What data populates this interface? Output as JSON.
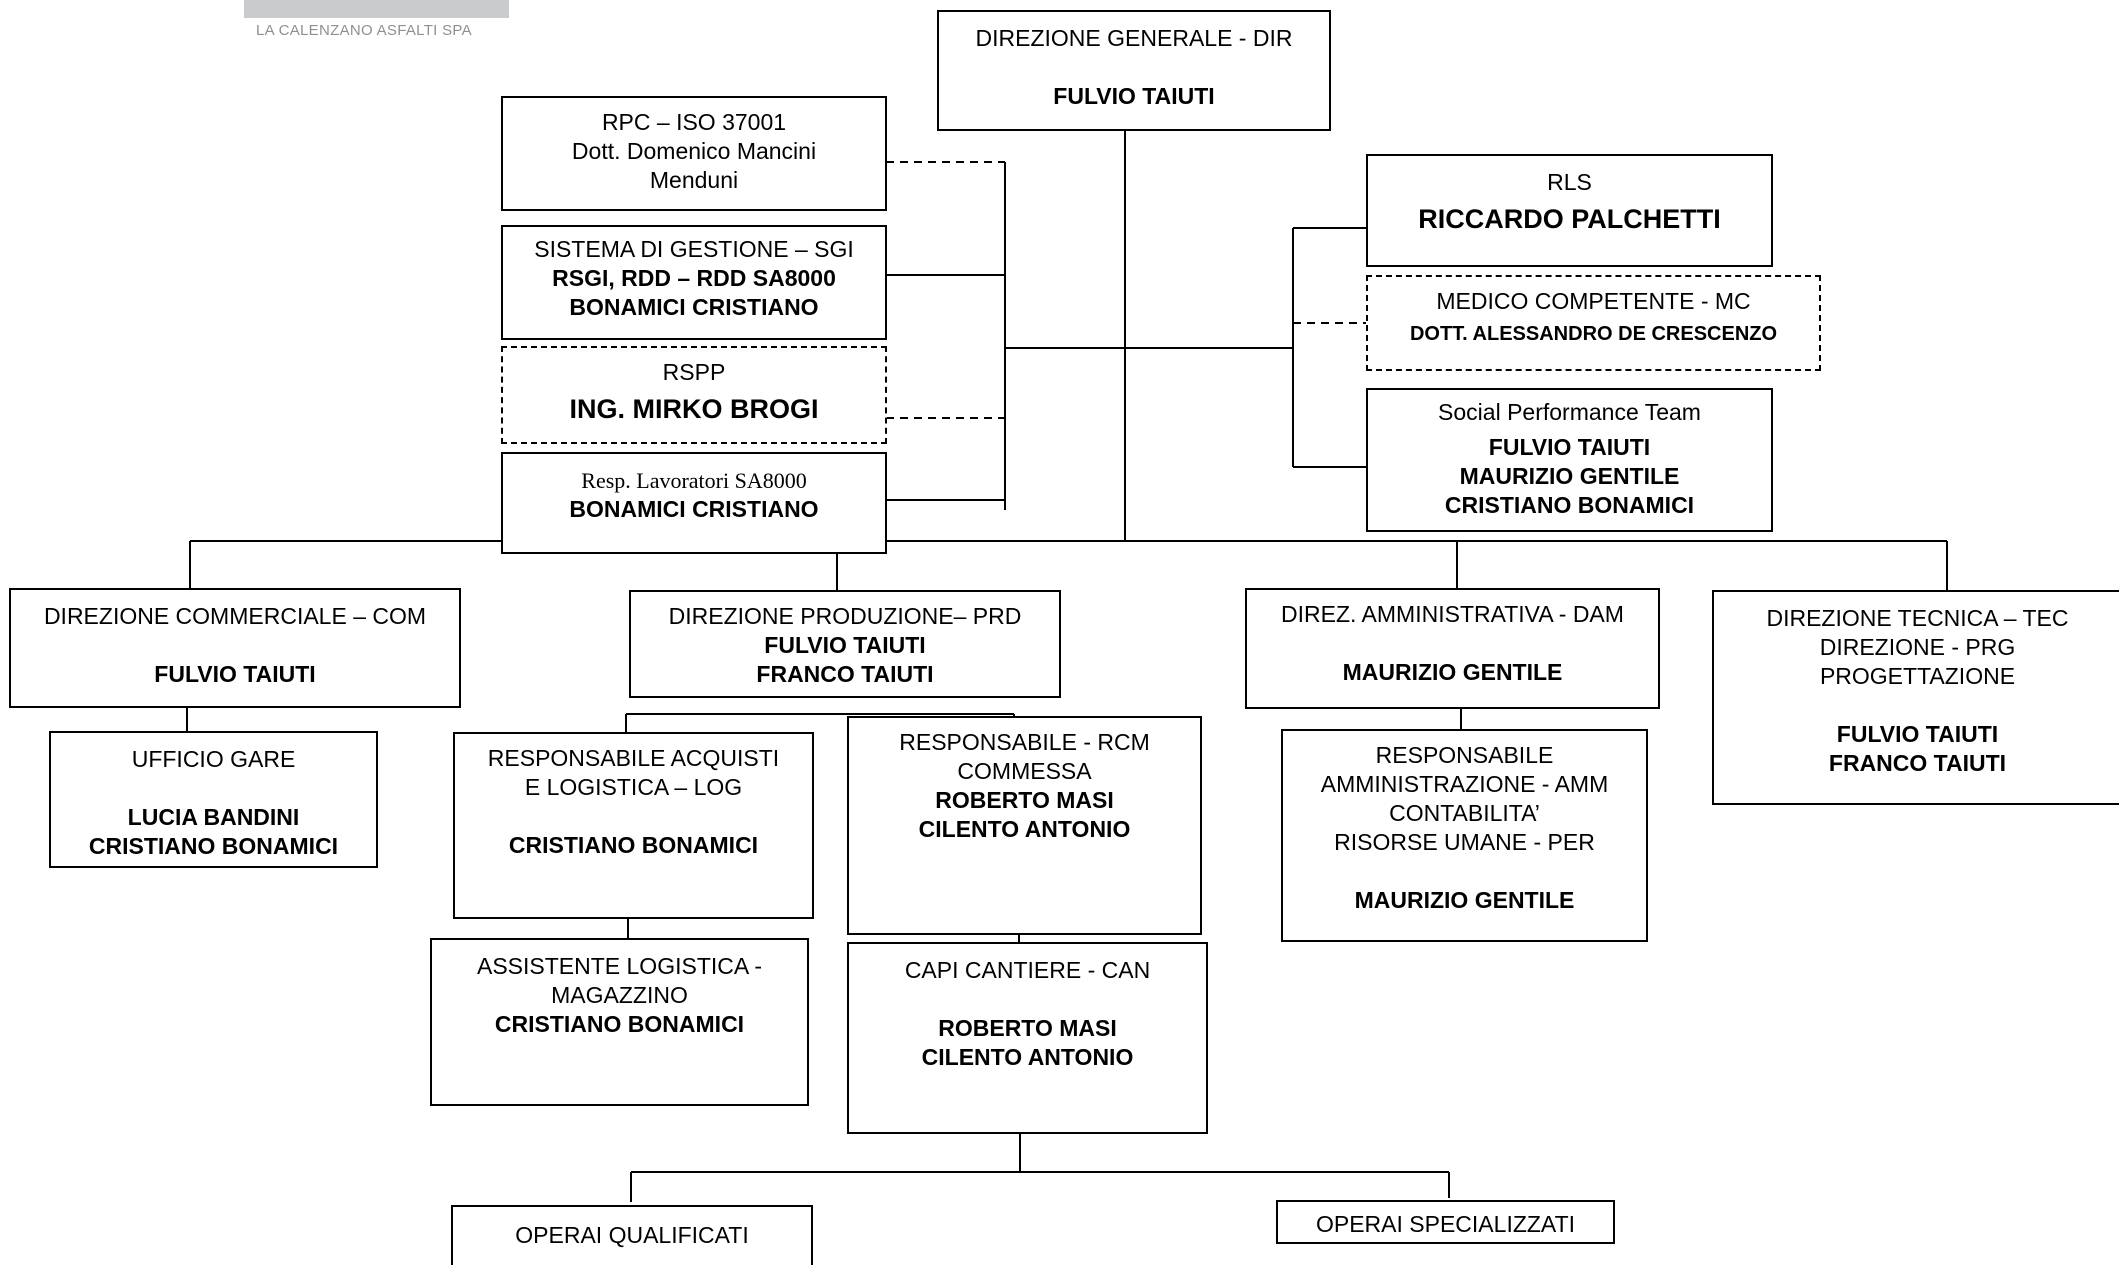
{
  "logo": {
    "tagline": "LA CALENZANO ASFALTI SPA"
  },
  "nodes": {
    "dir": {
      "title": "DIREZIONE GENERALE - DIR",
      "name": "FULVIO TAIUTI"
    },
    "rpc": {
      "line1": "RPC – ISO 37001",
      "line2": "Dott. Domenico Mancini",
      "line3": "Menduni"
    },
    "sgi": {
      "title": "SISTEMA DI GESTIONE – SGI",
      "line2": "RSGI, RDD – RDD SA8000",
      "name": "BONAMICI CRISTIANO"
    },
    "rspp": {
      "title": "RSPP",
      "name": "ING. MIRKO BROGI"
    },
    "resp_lav": {
      "title": "Resp. Lavoratori SA8000",
      "name": "BONAMICI CRISTIANO"
    },
    "rls": {
      "title": "RLS",
      "name": "RICCARDO PALCHETTI"
    },
    "medico": {
      "title": "MEDICO COMPETENTE - MC",
      "name": "DOTT. ALESSANDRO DE CRESCENZO"
    },
    "spt": {
      "title": "Social Performance Team",
      "name1": "FULVIO TAIUTI",
      "name2": "MAURIZIO GENTILE",
      "name3": "CRISTIANO BONAMICI"
    },
    "com": {
      "title": "DIREZIONE COMMERCIALE – COM",
      "name": "FULVIO TAIUTI"
    },
    "gare": {
      "title": "UFFICIO GARE",
      "name1": "LUCIA BANDINI",
      "name2": "CRISTIANO BONAMICI"
    },
    "prd": {
      "title": "DIREZIONE PRODUZIONE– PRD",
      "name1": "FULVIO TAIUTI",
      "name2": "FRANCO TAIUTI"
    },
    "log": {
      "line1": "RESPONSABILE ACQUISTI",
      "line2": "E LOGISTICA – LOG",
      "name": "CRISTIANO BONAMICI"
    },
    "rcm": {
      "line1": "RESPONSABILE - RCM",
      "line2": "COMMESSA",
      "name1": "ROBERTO MASI",
      "name2": "CILENTO ANTONIO"
    },
    "mag": {
      "line1": "ASSISTENTE LOGISTICA -",
      "line2": "MAGAZZINO",
      "name": "CRISTIANO BONAMICI"
    },
    "can": {
      "title": "CAPI CANTIERE - CAN",
      "name1": "ROBERTO MASI",
      "name2": "CILENTO ANTONIO"
    },
    "dam": {
      "title": "DIREZ. AMMINISTRATIVA - DAM",
      "name": "MAURIZIO GENTILE"
    },
    "amm": {
      "line1": "RESPONSABILE",
      "line2": "AMMINISTRAZIONE - AMM",
      "line3": "CONTABILITA’",
      "line4": "RISORSE UMANE - PER",
      "name": "MAURIZIO GENTILE"
    },
    "tec": {
      "line1": "DIREZIONE TECNICA – TEC",
      "line2": "DIREZIONE - PRG",
      "line3": "PROGETTAZIONE",
      "name1": "FULVIO TAIUTI",
      "name2": "FRANCO TAIUTI"
    },
    "op_qual": {
      "title": "OPERAI QUALIFICATI"
    },
    "op_spec": {
      "title": "OPERAI SPECIALIZZATI"
    }
  }
}
